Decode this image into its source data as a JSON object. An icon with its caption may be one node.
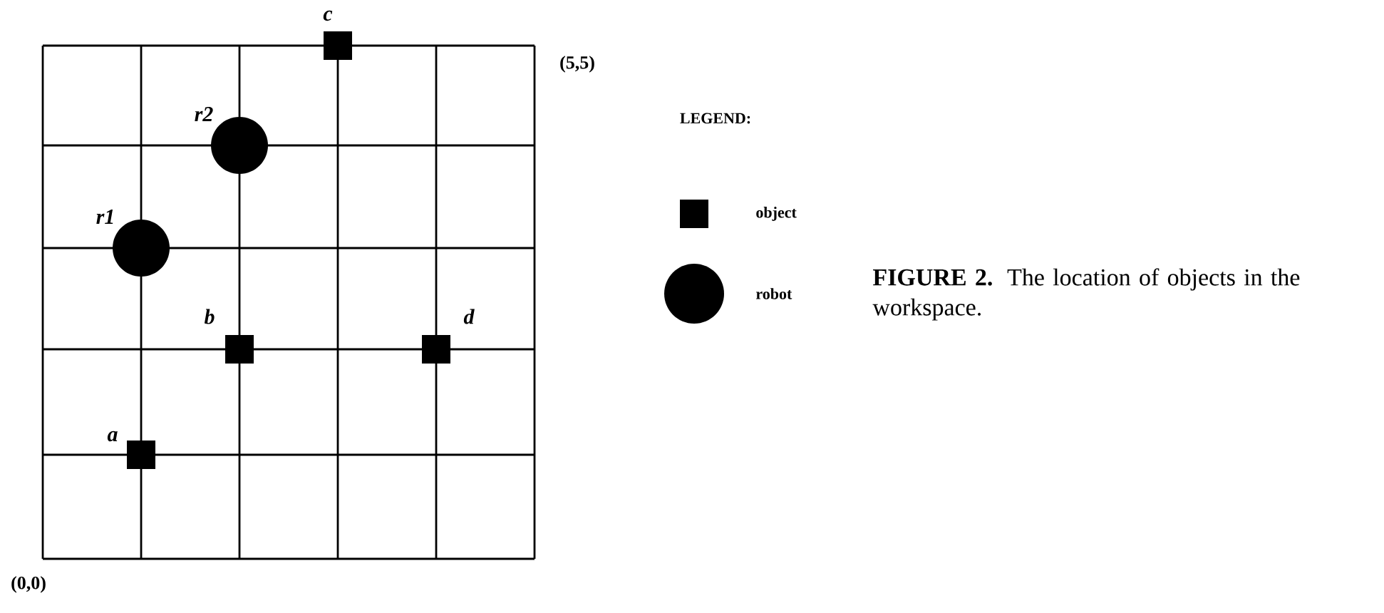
{
  "diagram": {
    "caption": "**FIGURE 2.** The location of objects in the workspace.",
    "labels": [
      "c",
      "(5,5)",
      "r2",
      "r1",
      "b",
      "d",
      "a",
      "(0,0)",
      "LEGEND:"
    ],
    "legend": [
      {
        "text": "object"
      },
      {
        "text": "robot"
      }
    ]
  }
}
